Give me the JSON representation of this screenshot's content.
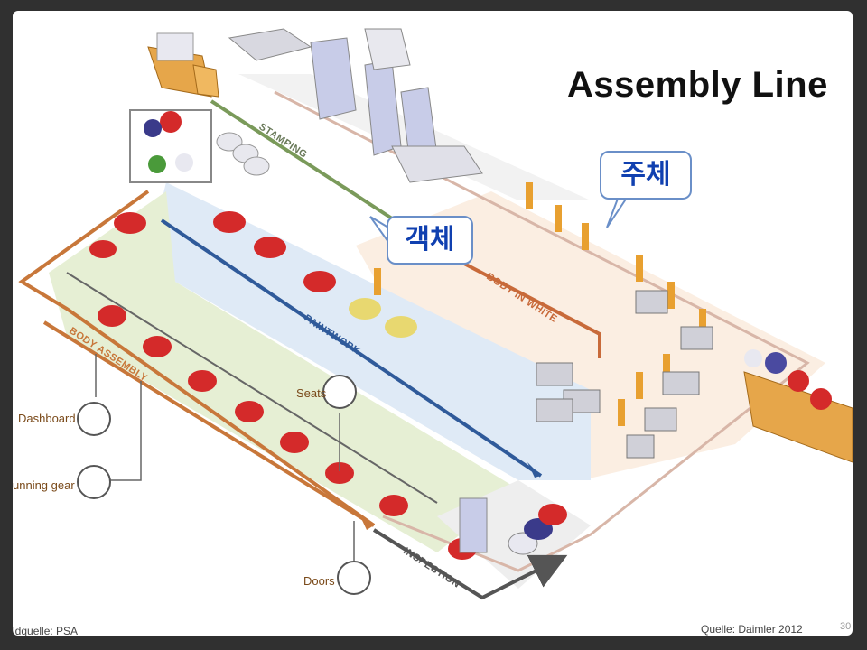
{
  "title": "Assembly Line",
  "callouts": {
    "subject": "주체",
    "object": "객체"
  },
  "line_labels": {
    "stamping": "STAMPING",
    "body_in_white": "BODY IN WHITE",
    "paintwork": "PAINTWORK",
    "body_assembly": "BODY ASSEMBLY",
    "inspection": "INSPECTION"
  },
  "component_labels": {
    "dashboard": "Dashboard",
    "running_gear": "unning gear",
    "seats": "Seats",
    "doors": "Doors"
  },
  "sources": {
    "left": "ldquelle: PSA",
    "right": "Quelle: Daimler 2012"
  },
  "slide_number": "30",
  "colors": {
    "stamping_arrow": "#7a9a5a",
    "paint_arrow": "#2f5a9a",
    "biw_arrow": "#c86a3a",
    "assembly_arrow": "#c8773a",
    "inspection_arrow": "#555555",
    "callout_text": "#1040b0",
    "car_red": "#d42a2a",
    "robot_orange": "#e8a030"
  }
}
